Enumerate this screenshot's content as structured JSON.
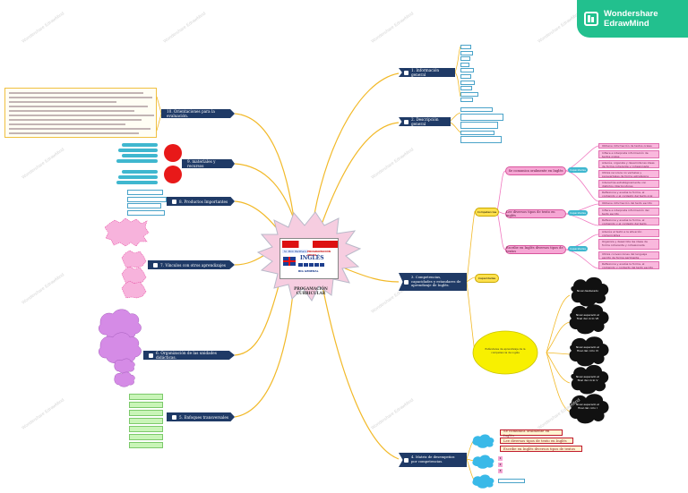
{
  "brand": {
    "name_line1": "Wondershare",
    "name_line2": "EdrawMind"
  },
  "watermark": "Wondershare EdrawMind",
  "central": {
    "title": "PROGAMACIÓN CURRICULAR",
    "card_badge": "Sr. Pink Panthers",
    "card_subject": "INGLÉS",
    "card_program": "PROGRAMACIÓN ANUAL",
    "card_bottom": "BIG GENERAL"
  },
  "branches": {
    "info_general": "1. Información general",
    "descripcion": "2. Descripción general",
    "orientaciones": "10. Orientaciones para la evaluación.",
    "materiales": "9. materiales y recursos",
    "productos": "8. Productos Importantes",
    "vinculos": "7. Vínculos con otros aprendizajes",
    "organizacion": "6. Organización de las unidades didácticas.",
    "enfoques": "5. Enfoques transversales",
    "competencias": "3. Competencias, capacidades y estandares de aprendizaje de Inglés.",
    "matriz": "4. Matriz de desempeños por competencias."
  },
  "comp_tags": {
    "competencias": "Competencias",
    "capacidades": "Capacidades",
    "estandares": "Estándares de aprendizaje de la competencia de inglés"
  },
  "competencias": [
    {
      "label": "Se comunica oralmente en Inglés",
      "tag": "Capacidades",
      "caps": [
        "Obtiene información de textos orales",
        "Infiere e interpreta información de textos orales",
        "Adecúa, organiza y desarrolla las ideas de forma coherente y cohesionada",
        "Utiliza recursos no verbales y paraverbales de forma estratégica",
        "Interactúa estratégicamente con distintos interlocutores",
        "Reflexiona y evalúa la forma, el contenido y el contexto del texto oral"
      ]
    },
    {
      "label": "Lee diversos tipos de texto en inglés",
      "tag": "Capacidades",
      "caps": [
        "Obtiene información del texto escrito",
        "Infiere e interpreta información del texto escrito",
        "Reflexiona y evalúa la forma, el contenido y el contexto del texto escrito"
      ]
    },
    {
      "label": "Escribe en Inglés diversos tipos de textos",
      "tag": "Capacidades",
      "caps": [
        "Adecúa el texto a la situación comunicativa",
        "Organiza y desarrolla las ideas de forma coherente y cohesionada",
        "Utiliza convenciones del lenguaje escrito de forma pertinente",
        "Reflexiona y evalúa la forma, el contenido y contexto del texto escrito"
      ]
    }
  ],
  "niveles": [
    "Nivel destacado",
    "Nivel esperado al final del ciclo VII",
    "Nivel esperado al final del ciclo VI",
    "Nivel esperado al final del ciclo V",
    "Nivel esperado al final del ciclo I"
  ],
  "matriz_items": [
    "Se comunica oralmente en Inglés",
    "Lee diversos tipos de texto en Inglés",
    "Escribe en Inglés diversos tipos de textos"
  ],
  "matriz_nums": [
    "1",
    "2",
    "3"
  ]
}
